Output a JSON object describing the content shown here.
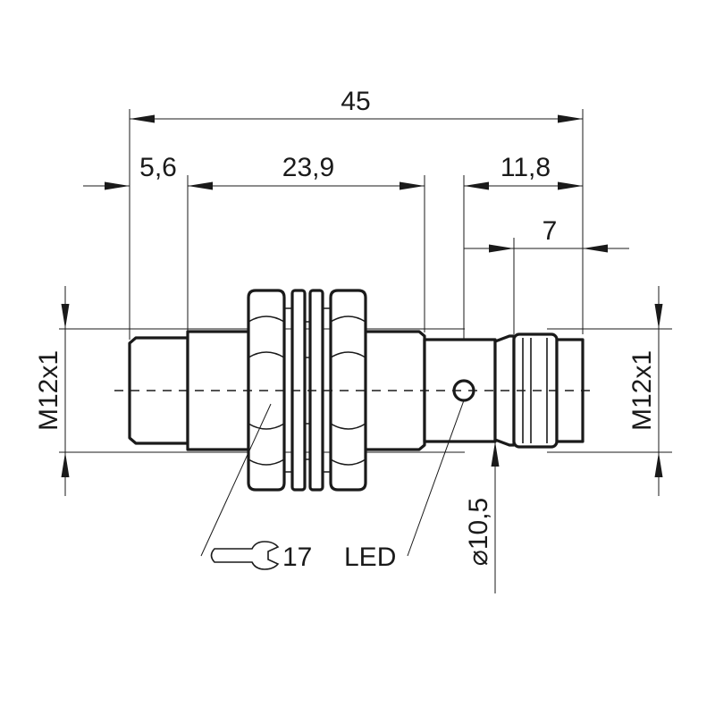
{
  "dimensions": {
    "overall_length": "45",
    "front_length": "5,6",
    "thread_length": "23,9",
    "rear_length": "11,8",
    "connector_length": "7",
    "thread_left": "M12x1",
    "thread_right": "M12x1",
    "diameter": "10,5",
    "diameter_symbol": "⌀"
  },
  "callouts": {
    "wrench_size": "17",
    "led": "LED"
  },
  "icons": {
    "wrench": "open-end-wrench-icon"
  }
}
